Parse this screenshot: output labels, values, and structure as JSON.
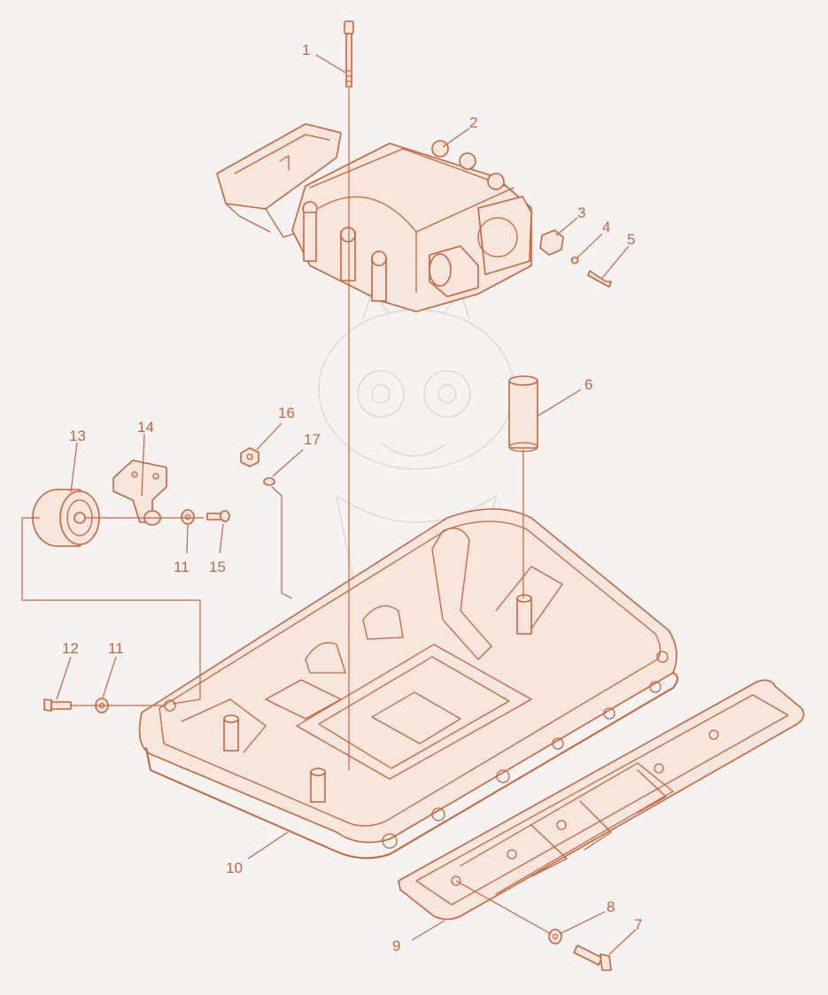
{
  "diagram": {
    "callouts": [
      {
        "id": "c1",
        "label": "1"
      },
      {
        "id": "c2",
        "label": "2"
      },
      {
        "id": "c3",
        "label": "3"
      },
      {
        "id": "c4",
        "label": "4"
      },
      {
        "id": "c5",
        "label": "5"
      },
      {
        "id": "c6",
        "label": "6"
      },
      {
        "id": "c7",
        "label": "7"
      },
      {
        "id": "c8",
        "label": "8"
      },
      {
        "id": "c9",
        "label": "9"
      },
      {
        "id": "c10",
        "label": "10"
      },
      {
        "id": "c11a",
        "label": "11"
      },
      {
        "id": "c11b",
        "label": "11"
      },
      {
        "id": "c12",
        "label": "12"
      },
      {
        "id": "c13",
        "label": "13"
      },
      {
        "id": "c14",
        "label": "14"
      },
      {
        "id": "c15",
        "label": "15"
      },
      {
        "id": "c16",
        "label": "16"
      },
      {
        "id": "c17",
        "label": "17"
      }
    ],
    "colors": {
      "line": "#c8643c",
      "background": "#f4f3f2",
      "watermark": "#e2dedb"
    }
  }
}
